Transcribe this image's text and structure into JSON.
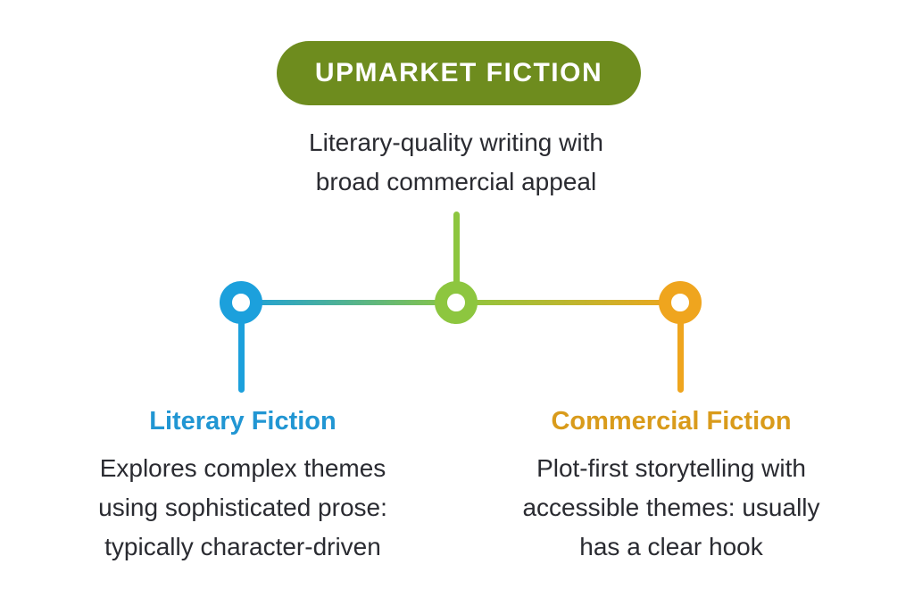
{
  "diagram": {
    "title": "UPMARKET FICTION",
    "subtitle_lines": [
      "Literary-quality writing with",
      "broad commercial appeal"
    ],
    "left_branch": {
      "label": "Literary Fiction",
      "description_lines": [
        "Explores complex themes",
        "using sophisticated prose:",
        "typically character-driven"
      ]
    },
    "right_branch": {
      "label": "Commercial Fiction",
      "description_lines": [
        "Plot-first storytelling with",
        "accessible themes: usually",
        "has a clear hook"
      ]
    },
    "colors": {
      "pill_green": "#6e8c1e",
      "node_green": "#8dc63f",
      "blue": "#1ca0dc",
      "blue_label": "#2196d3",
      "orange": "#efa51e",
      "orange_label": "#d99b1b",
      "text_dark": "#2a2b31"
    }
  }
}
